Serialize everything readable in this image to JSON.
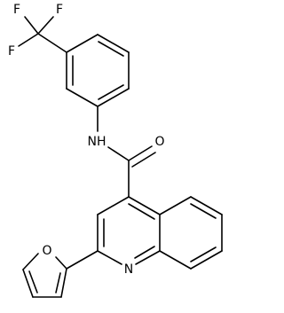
{
  "molecule": {
    "atoms": {
      "f1": "F",
      "f2": "F",
      "f3": "F",
      "nh": "NH",
      "o_carbonyl": "O",
      "n_ring": "N",
      "o_furan": "O"
    }
  }
}
